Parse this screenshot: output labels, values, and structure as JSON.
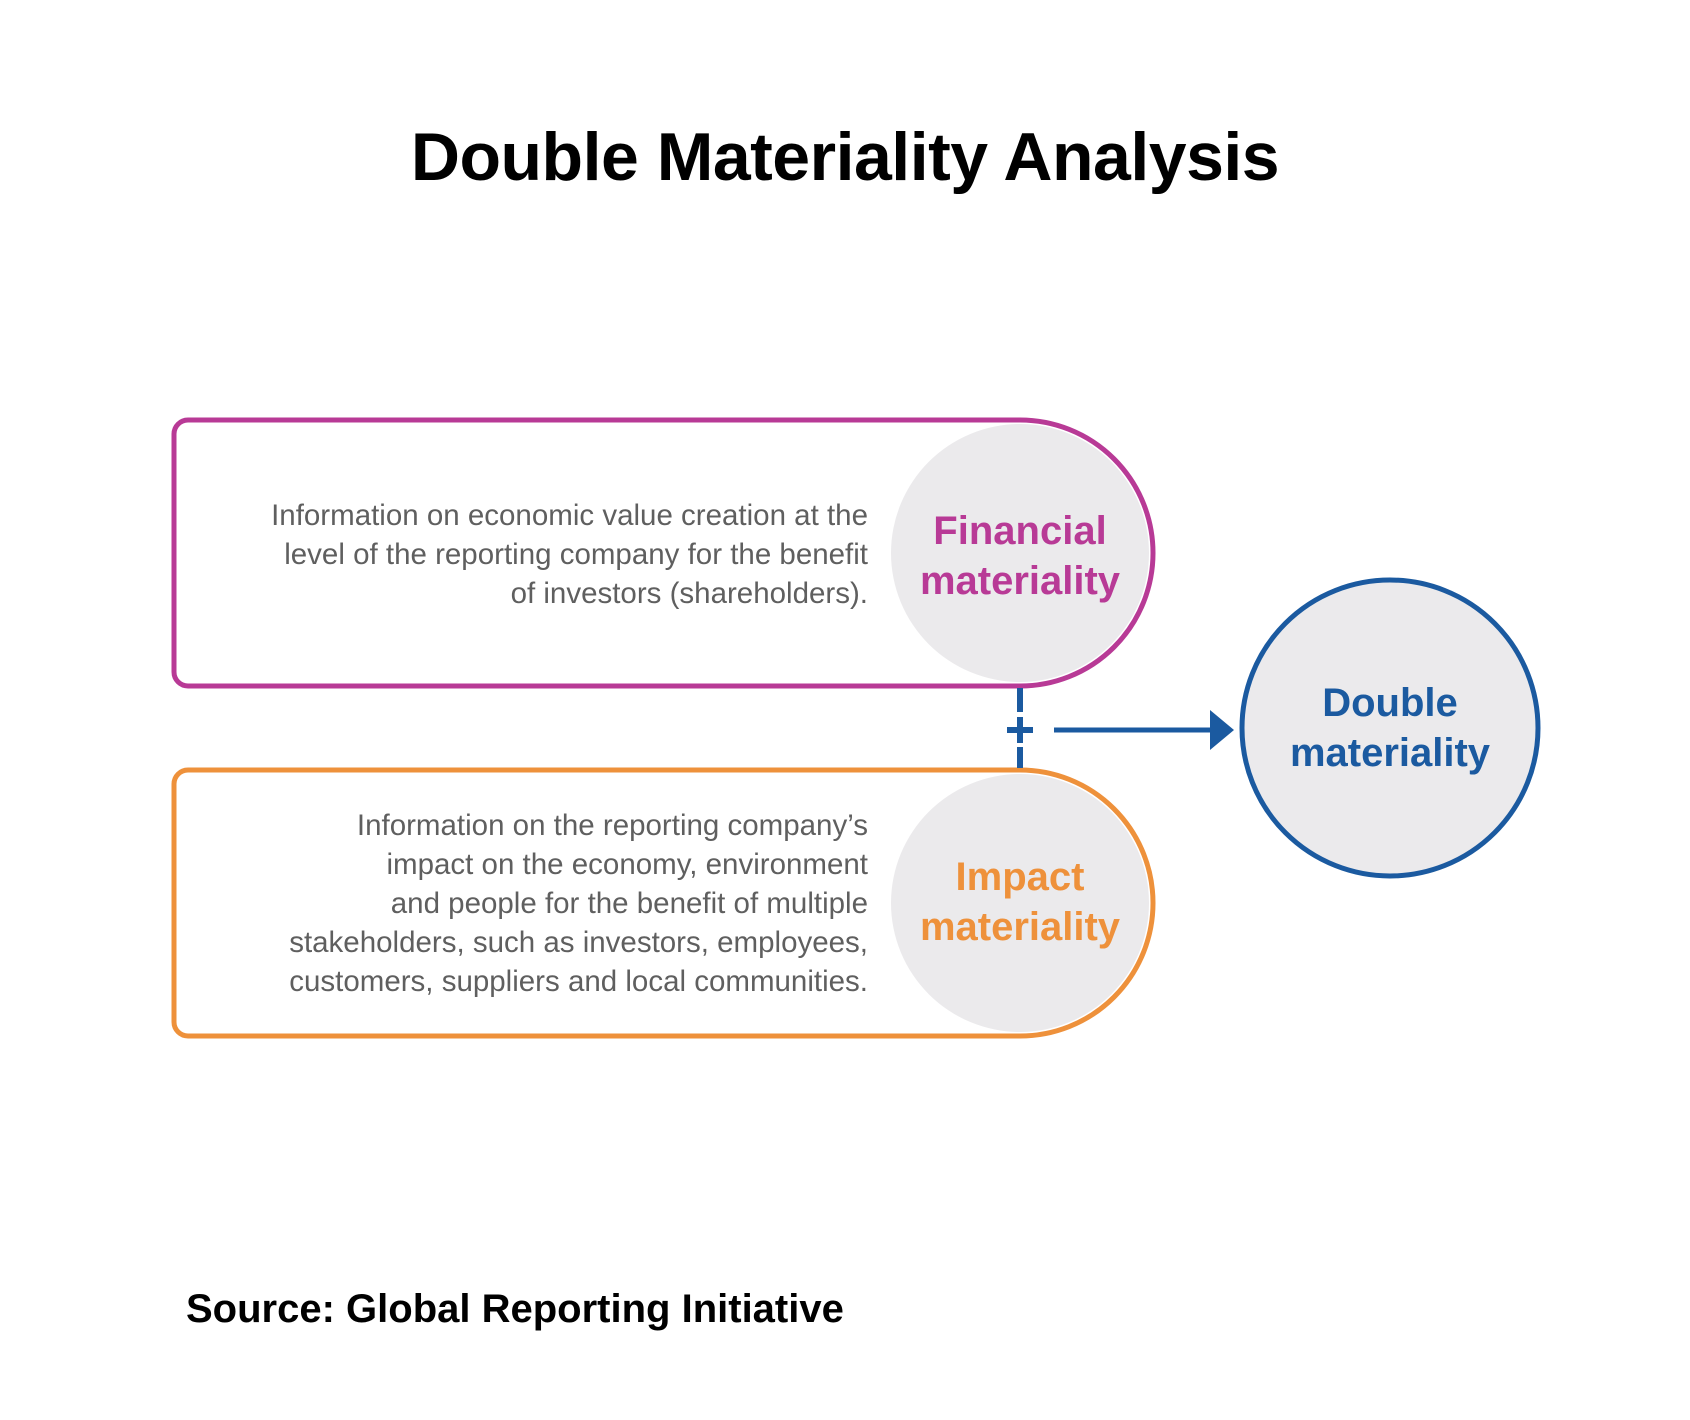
{
  "title": "Double Materiality Analysis",
  "financial": {
    "label_line1": "Financial",
    "label_line2": "materiality",
    "description_lines": [
      "Information on economic value creation at the",
      "level of the reporting company for the benefit",
      "of investors (shareholders)."
    ],
    "color": "#b83a96"
  },
  "impact": {
    "label_line1": "Impact",
    "label_line2": "materiality",
    "description_lines": [
      "Information on the reporting company’s",
      "impact on the economy, environment",
      "and people for the benefit of multiple",
      "stakeholders, such as investors, employees,",
      "customers, suppliers and local communities."
    ],
    "color": "#ee913b"
  },
  "double": {
    "label_line1": "Double",
    "label_line2": "materiality",
    "color": "#1b5aa0"
  },
  "connector": {
    "symbol": "+"
  },
  "source": "Source: Global Reporting Initiative",
  "colors": {
    "circle_fill": "#ebeaec",
    "description_text": "#5f5f5f"
  }
}
